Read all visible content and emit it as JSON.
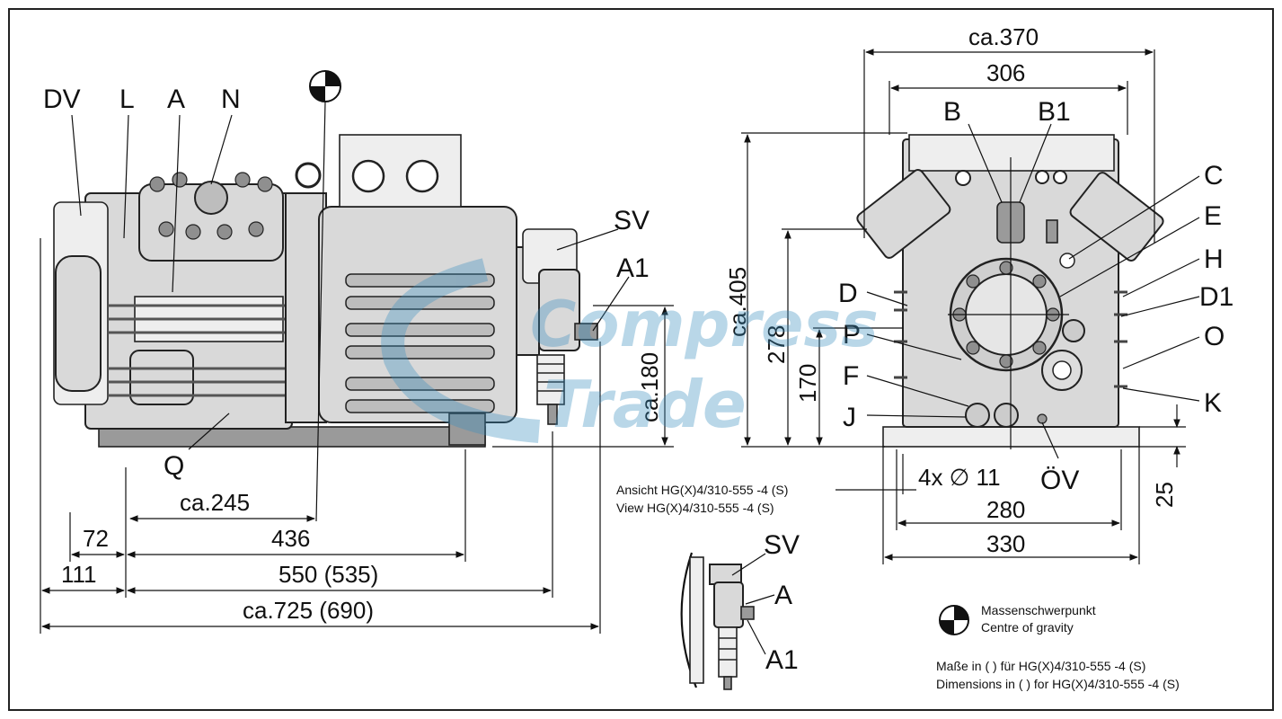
{
  "side_view": {
    "labels": {
      "dv": "DV",
      "l": "L",
      "a": "A",
      "n": "N",
      "sv": "SV",
      "a1": "A1",
      "q": "Q"
    },
    "dimensions": {
      "height": "ca.180",
      "cog": "ca.245",
      "d72": "72",
      "d436": "436",
      "d111": "111",
      "d550": "550 (535)",
      "d725": "ca.725 (690)"
    }
  },
  "front_view": {
    "labels": {
      "b": "B",
      "b1": "B1",
      "c": "C",
      "e": "E",
      "h": "H",
      "d1": "D1",
      "o": "O",
      "k": "K",
      "d": "D",
      "p": "P",
      "f": "F",
      "j": "J",
      "ov": "ÖV"
    },
    "dimensions": {
      "width_total": "ca.370",
      "width_306": "306",
      "height_total": "ca.405",
      "h278": "278",
      "h170": "170",
      "holes": "4x ∅ 11",
      "base_280": "280",
      "base_330": "330",
      "base_25": "25"
    }
  },
  "detail_view": {
    "caption_de": "Ansicht HG(X)4/310-555 -4 (S)",
    "caption_en": "View HG(X)4/310-555 -4 (S)",
    "labels": {
      "sv": "SV",
      "a": "A",
      "a1": "A1"
    }
  },
  "legend": {
    "cog_de": "Massenschwerpunkt",
    "cog_en": "Centre of gravity",
    "note_de": "Maße in ( ) für HG(X)4/310-555 -4 (S)",
    "note_en": "Dimensions in ( ) for HG(X)4/310-555 -4 (S)"
  },
  "watermark": {
    "line1": "Compress",
    "line2": "Trade"
  }
}
